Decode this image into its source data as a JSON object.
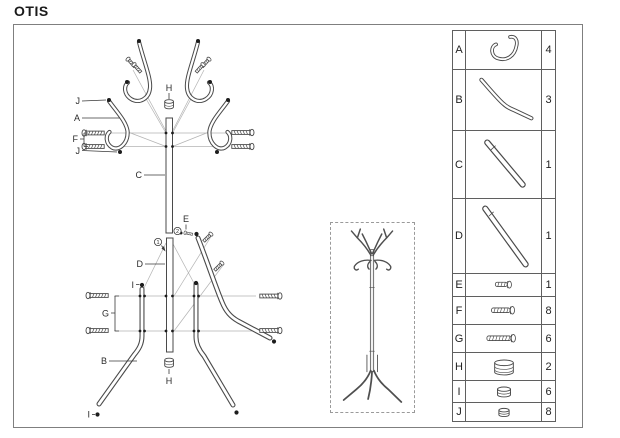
{
  "title": "OTIS",
  "colors": {
    "ink": "#4a4a4a",
    "guide": "#b3b3b3",
    "frame": "#7f7f7f"
  },
  "diagram": {
    "callouts": {
      "j_top": "J",
      "a": "A",
      "f": "F",
      "j_bottom": "J",
      "c": "C",
      "h_top": "H",
      "e": "E",
      "d": "D",
      "g": "G",
      "b": "B",
      "i_top": "I",
      "i_foot": "I",
      "h_bottom": "H",
      "step_1": "1",
      "step_2": "2"
    }
  },
  "parts_table": {
    "rows": [
      {
        "letter": "A",
        "qty": "4",
        "icon": "hook-icon"
      },
      {
        "letter": "B",
        "qty": "3",
        "icon": "leg-rod-icon"
      },
      {
        "letter": "C",
        "qty": "1",
        "icon": "pole-upper-icon"
      },
      {
        "letter": "D",
        "qty": "1",
        "icon": "pole-lower-icon"
      },
      {
        "letter": "E",
        "qty": "1",
        "icon": "screw-small-icon"
      },
      {
        "letter": "F",
        "qty": "8",
        "icon": "screw-medium-icon"
      },
      {
        "letter": "G",
        "qty": "6",
        "icon": "screw-long-icon"
      },
      {
        "letter": "H",
        "qty": "2",
        "icon": "cap-icon"
      },
      {
        "letter": "I",
        "qty": "6",
        "icon": "nut-icon"
      },
      {
        "letter": "J",
        "qty": "8",
        "icon": "nut-small-icon"
      }
    ]
  }
}
